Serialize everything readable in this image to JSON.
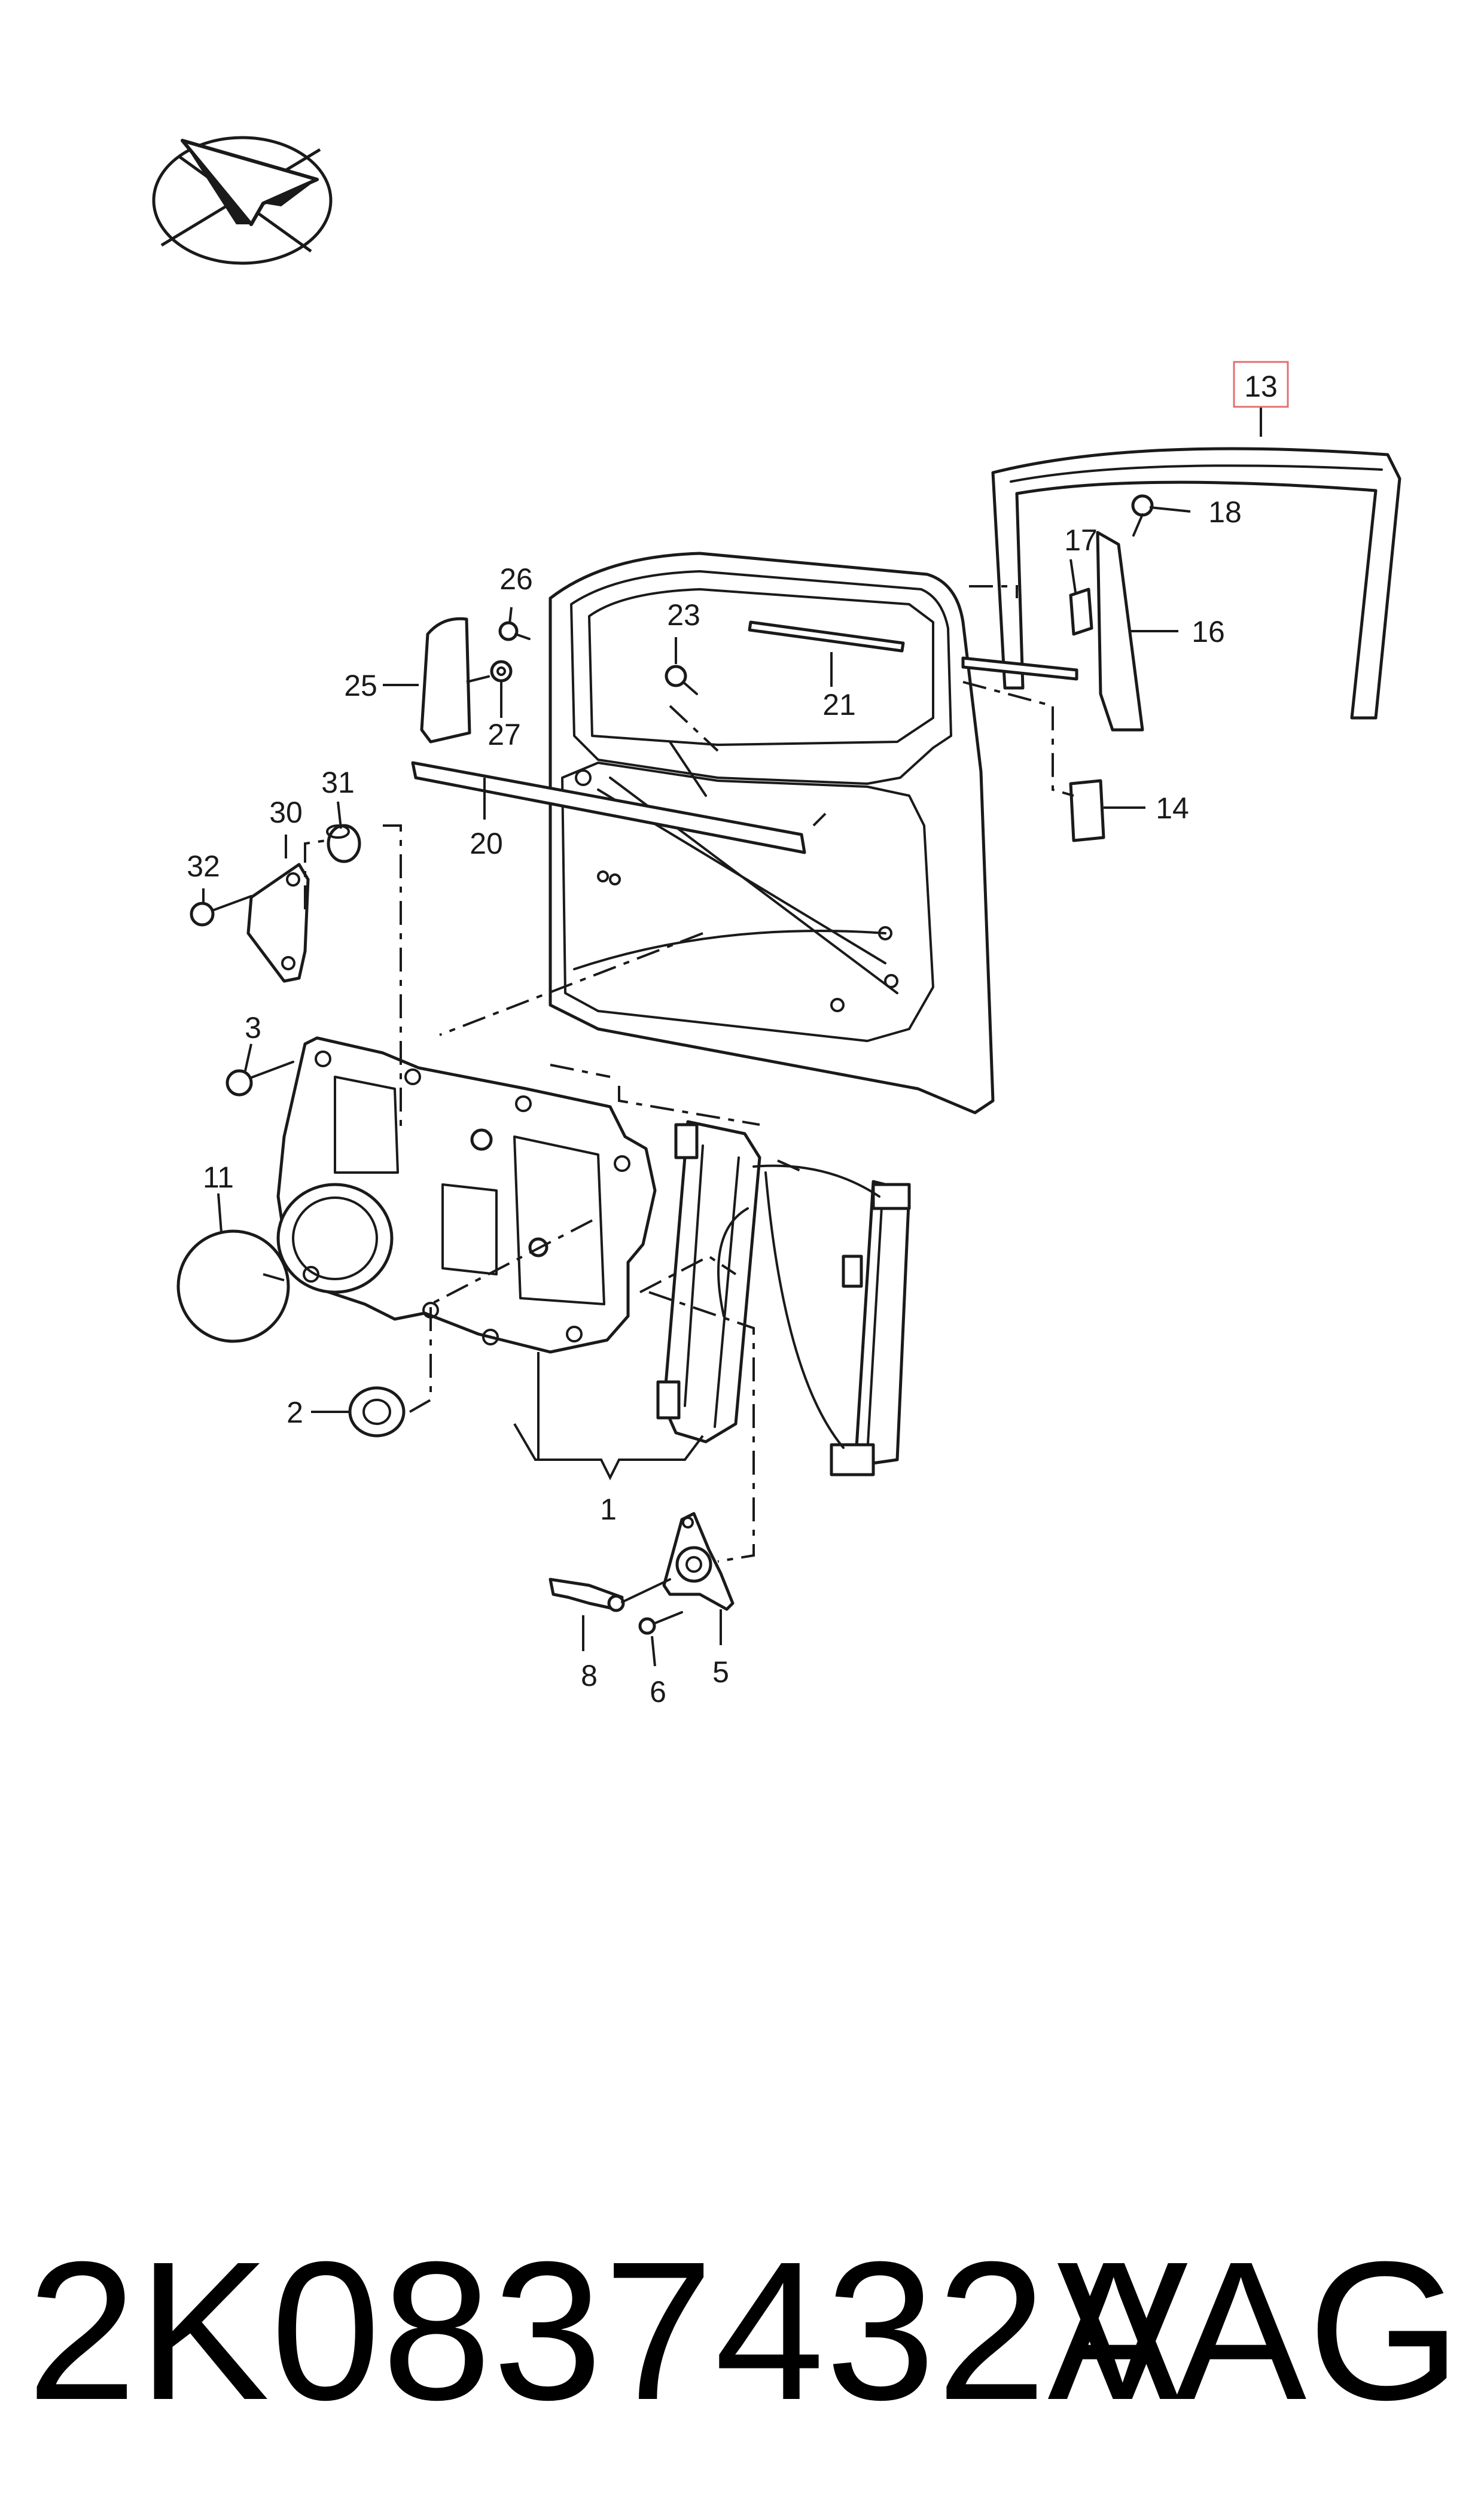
{
  "logo": {
    "icon": "paper-plane-logo-icon"
  },
  "highlighted_callout": "13",
  "callouts": [
    {
      "id": "1",
      "label": "1"
    },
    {
      "id": "2",
      "label": "2"
    },
    {
      "id": "3",
      "label": "3"
    },
    {
      "id": "5",
      "label": "5"
    },
    {
      "id": "6",
      "label": "6"
    },
    {
      "id": "8",
      "label": "8"
    },
    {
      "id": "11",
      "label": "11"
    },
    {
      "id": "13",
      "label": "13"
    },
    {
      "id": "14",
      "label": "14"
    },
    {
      "id": "16",
      "label": "16"
    },
    {
      "id": "17",
      "label": "17"
    },
    {
      "id": "18",
      "label": "18"
    },
    {
      "id": "20",
      "label": "20"
    },
    {
      "id": "21",
      "label": "21"
    },
    {
      "id": "23",
      "label": "23"
    },
    {
      "id": "25",
      "label": "25"
    },
    {
      "id": "26",
      "label": "26"
    },
    {
      "id": "27",
      "label": "27"
    },
    {
      "id": "30",
      "label": "30"
    },
    {
      "id": "31",
      "label": "31"
    },
    {
      "id": "32",
      "label": "32"
    }
  ],
  "caption": {
    "part_number": "2K0837432A",
    "brand": "VAG"
  },
  "colors": {
    "line": "#1a1a1a",
    "highlight": "#e07070",
    "background": "#ffffff"
  }
}
